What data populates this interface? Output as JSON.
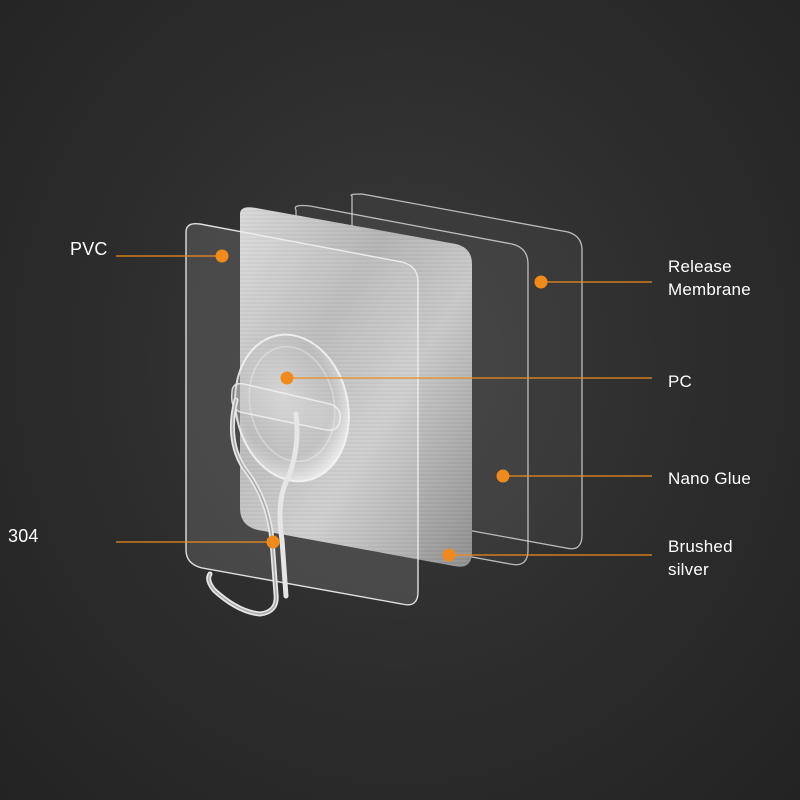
{
  "diagram": {
    "labels": {
      "pvc": "PVC",
      "steel": "304",
      "release_line1": "Release",
      "release_line2": "Membrane",
      "pc": "PC",
      "nano_glue": "Nano Glue",
      "brushed_line1": "Brushed",
      "brushed_line2": "silver"
    },
    "colors": {
      "background": "#2c2c2c",
      "accent": "#f08a1c",
      "label_text": "#ffffff"
    }
  }
}
